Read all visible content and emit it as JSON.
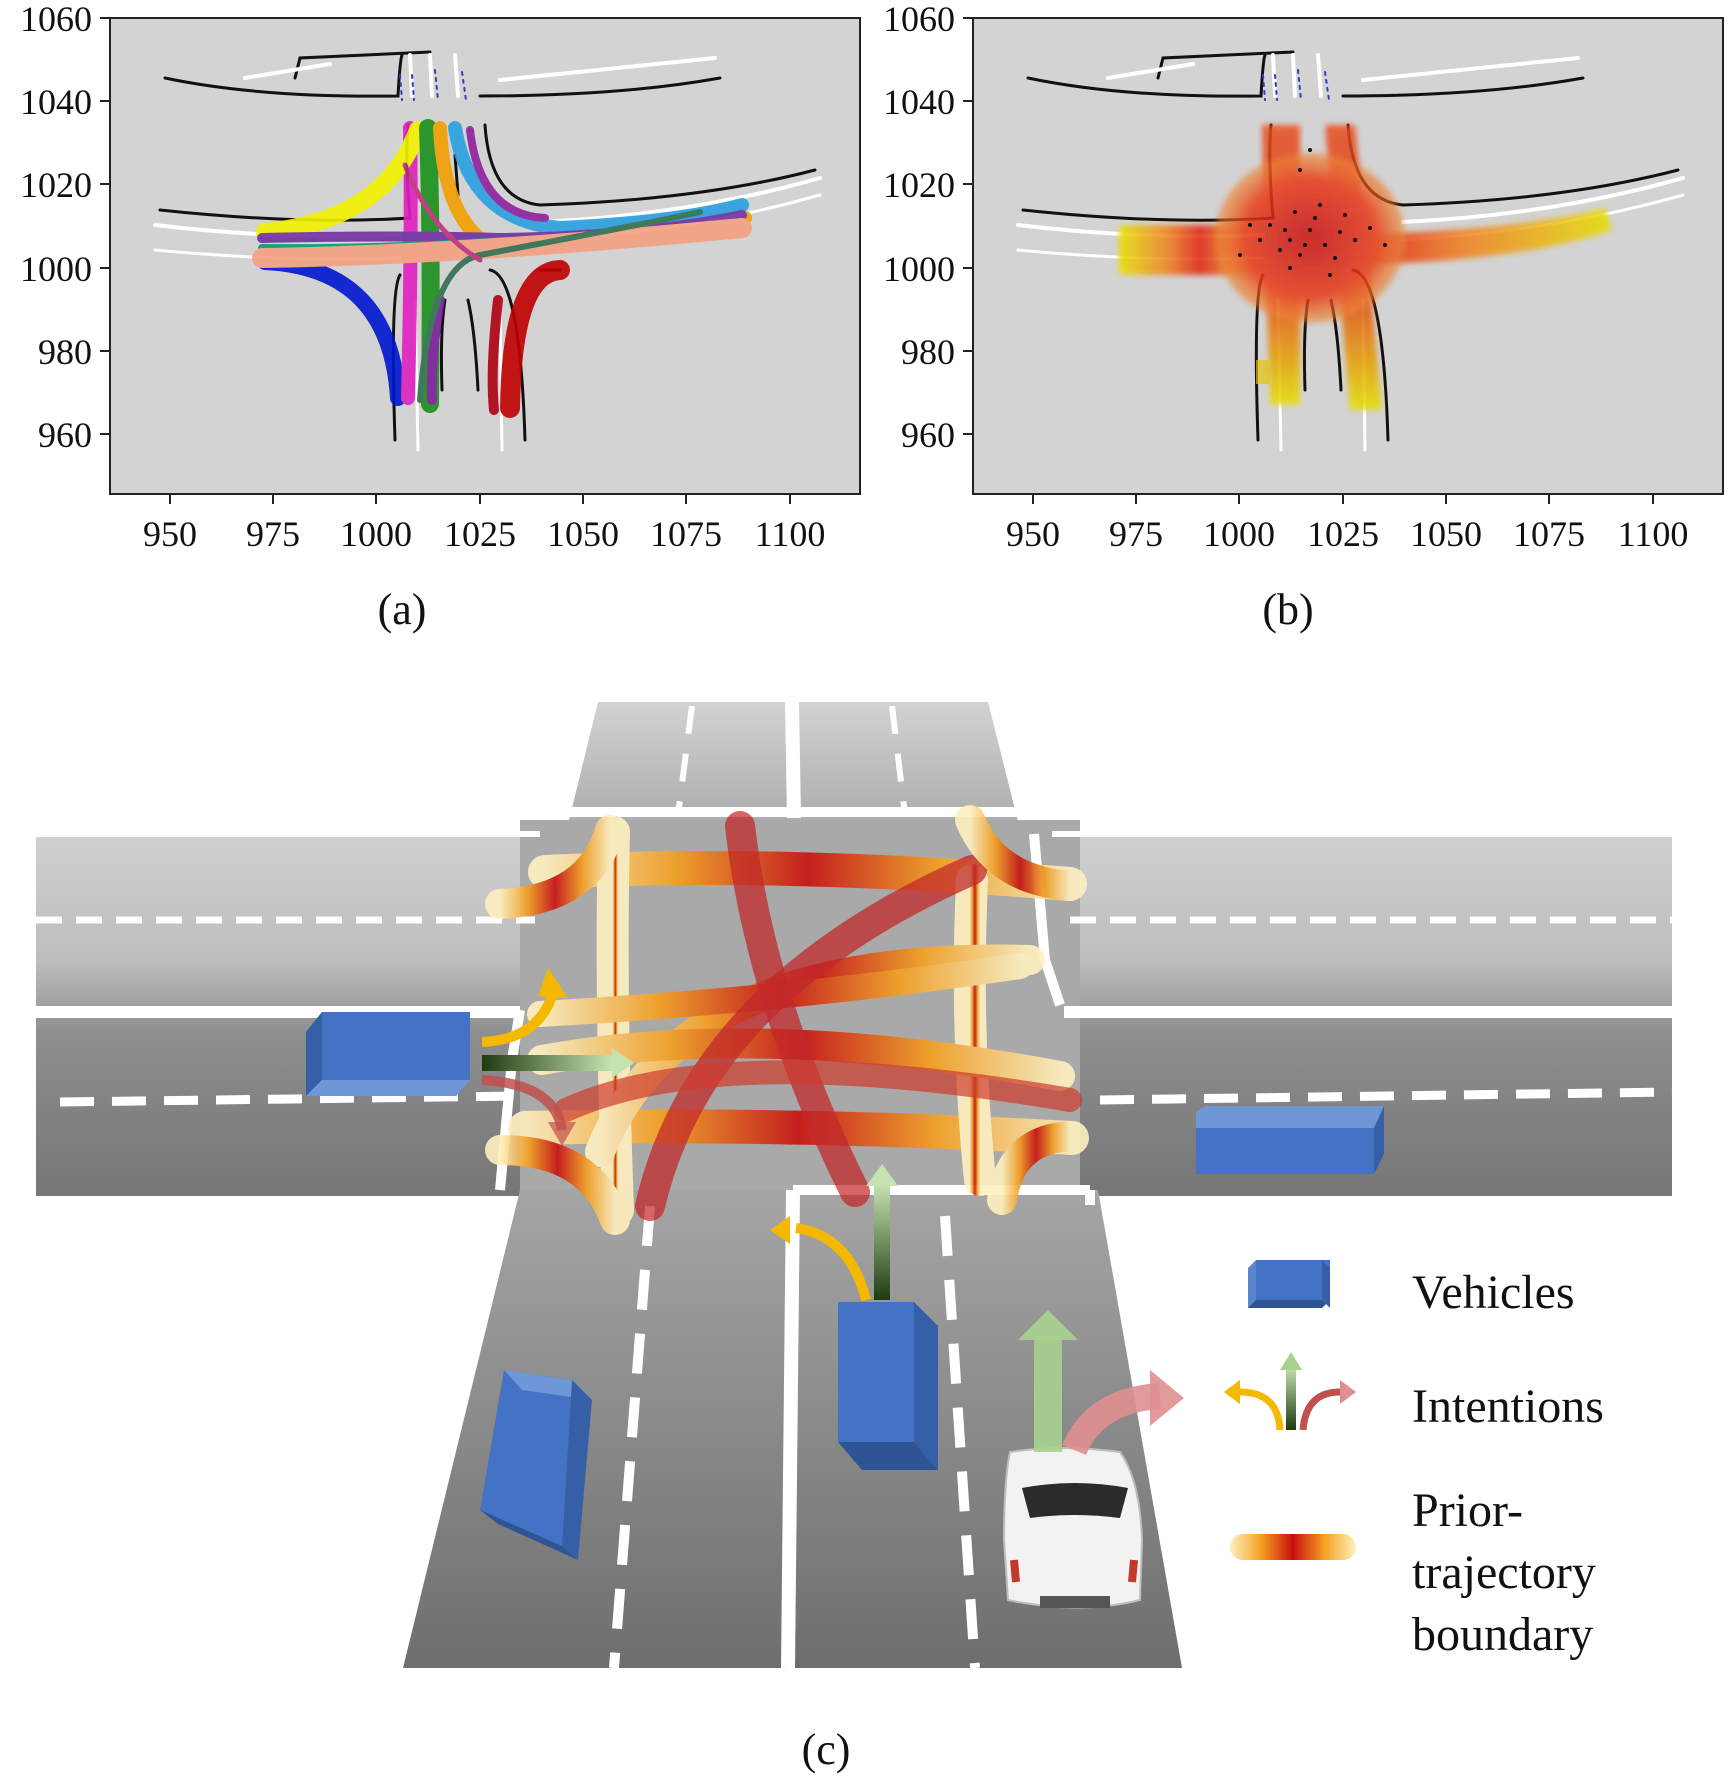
{
  "panels": {
    "a": {
      "caption": "(a)",
      "y_ticks": [
        "1060",
        "1040",
        "1020",
        "1000",
        "980",
        "960"
      ],
      "x_ticks": [
        "950",
        "975",
        "1000",
        "1025",
        "1050",
        "1075",
        "1100"
      ]
    },
    "b": {
      "caption": "(b)",
      "y_ticks": [
        "1060",
        "1040",
        "1020",
        "1000",
        "980",
        "960"
      ],
      "x_ticks": [
        "950",
        "975",
        "1000",
        "1025",
        "1050",
        "1075",
        "1100"
      ]
    },
    "c": {
      "caption": "(c)"
    }
  },
  "legend": {
    "vehicles": "Vehicles",
    "intentions": "Intentions",
    "prior_line1": "Prior-",
    "prior_line2": "trajectory",
    "prior_line3": "boundary"
  },
  "colors": {
    "vehicle": "#4472c4",
    "plot_bg": "#d3d3d3",
    "intent_left": "#f5b800",
    "intent_straight": "#a9d18e",
    "intent_right": "#c0504d"
  }
}
